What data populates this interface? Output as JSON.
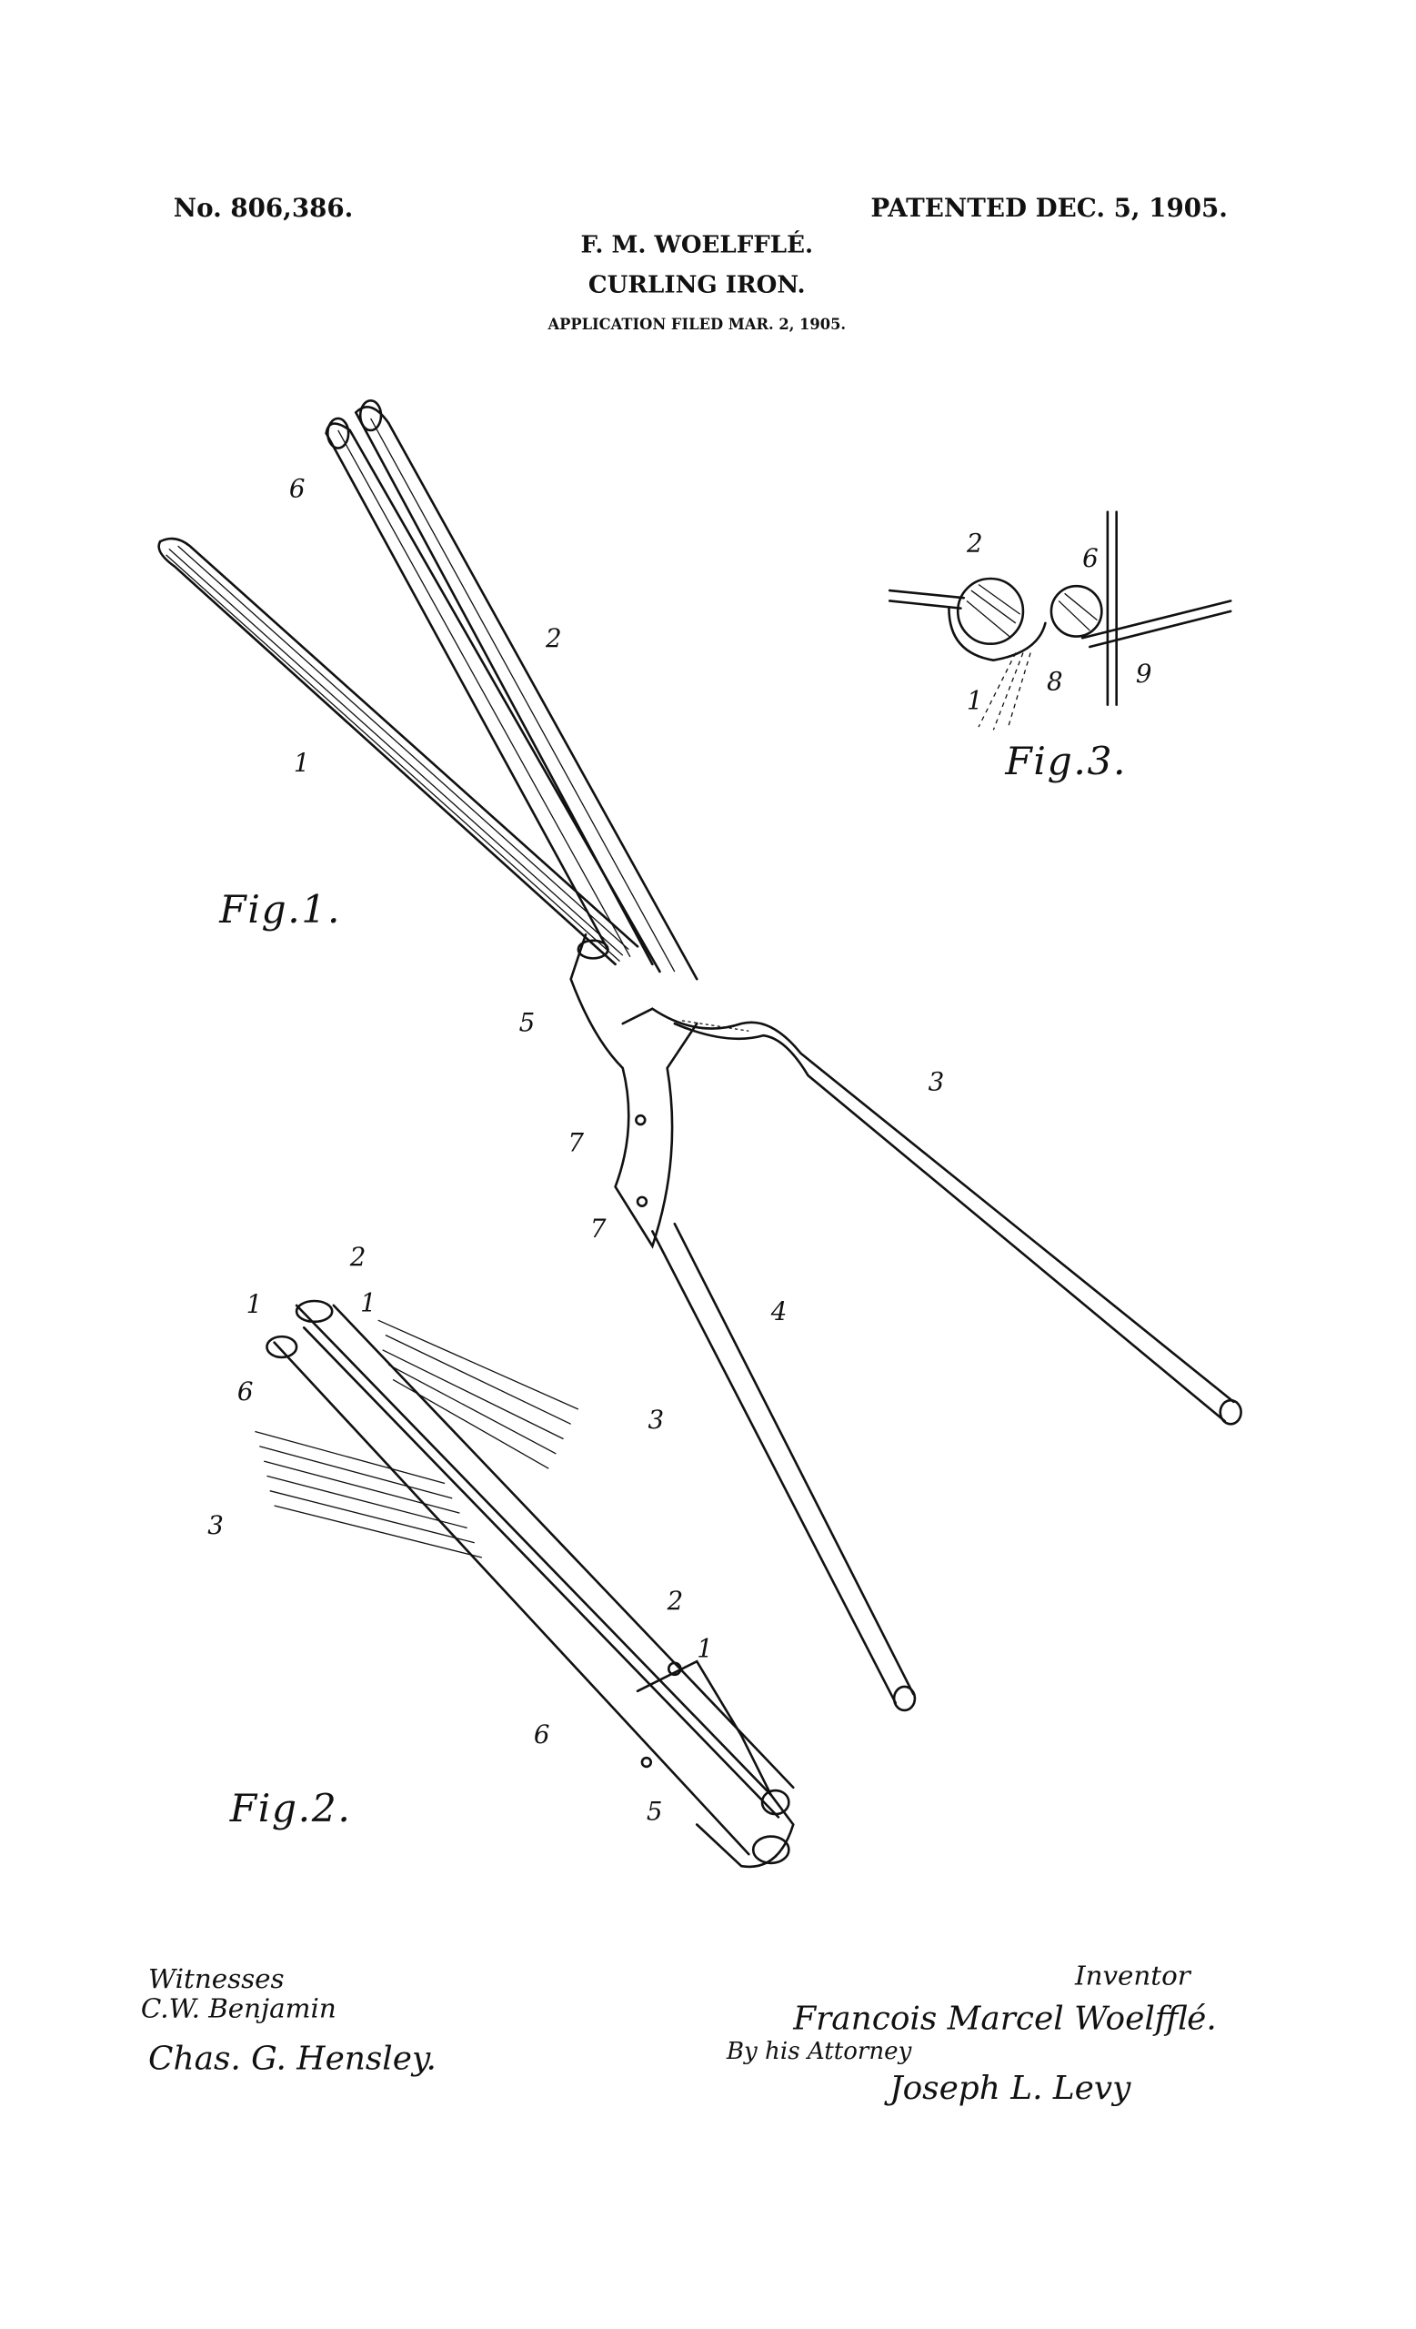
{
  "header": {
    "patent_number": "No. 806,386.",
    "patented_date": "PATENTED DEC. 5, 1905.",
    "inventor_short": "F. M. WOELFFLÉ.",
    "title": "CURLING IRON.",
    "application": "APPLICATION FILED MAR. 2, 1905."
  },
  "figures": {
    "fig1": {
      "caption": "Fig.1.",
      "labels": [
        "6",
        "2",
        "1",
        "5",
        "3",
        "7",
        "7",
        "4"
      ]
    },
    "fig2": {
      "caption": "Fig.2.",
      "labels": [
        "2",
        "1",
        "1",
        "6",
        "3",
        "3",
        "2",
        "1",
        "6",
        "5"
      ]
    },
    "fig3": {
      "caption": "Fig.3.",
      "labels": [
        "2",
        "6",
        "8",
        "1",
        "9"
      ]
    }
  },
  "signatures": {
    "witnesses_label": "Witnesses",
    "witness_1": "C.W. Benjamin",
    "witness_2": "Chas. G. Hensley.",
    "inventor_label": "Inventor",
    "inventor_name": "Francois Marcel Woelfflé.",
    "by_attorney": "By his Attorney",
    "attorney_name": "Joseph L. Levy"
  }
}
